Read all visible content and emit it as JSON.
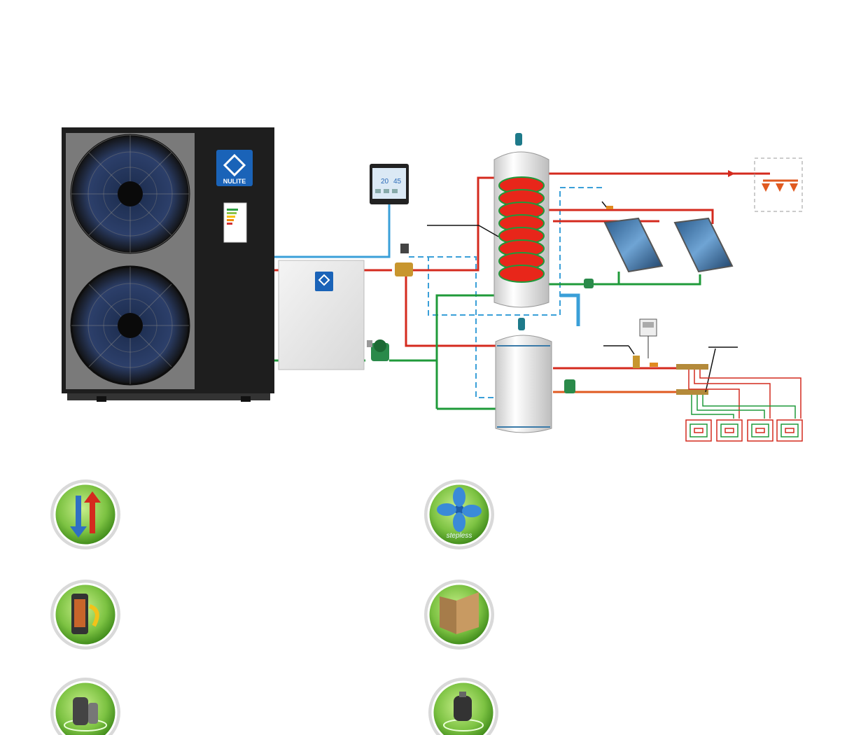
{
  "brand": {
    "logo_text": "NULITE"
  },
  "controller": {
    "display_temp_left": "20",
    "display_temp_right": "45"
  },
  "feature_icons": [
    {
      "icon": "heating-cooling-arrows-icon"
    },
    {
      "icon": "stepless-fan-icon",
      "caption": "stepless"
    },
    {
      "icon": "water-tank-icon"
    },
    {
      "icon": "insulation-panel-icon"
    },
    {
      "icon": "compressor-icon"
    },
    {
      "icon": "rotary-compressor-icon"
    }
  ],
  "colors": {
    "hot_pipe": "#d42a1e",
    "return_pipe": "#1f9a3a",
    "cold_pipe": "#3a9fd8",
    "floor_pipe": "#e05a20",
    "unit_body": "#1e1e1e",
    "unit_panel": "#7a7a7a",
    "badge_green": "#7cc242"
  }
}
